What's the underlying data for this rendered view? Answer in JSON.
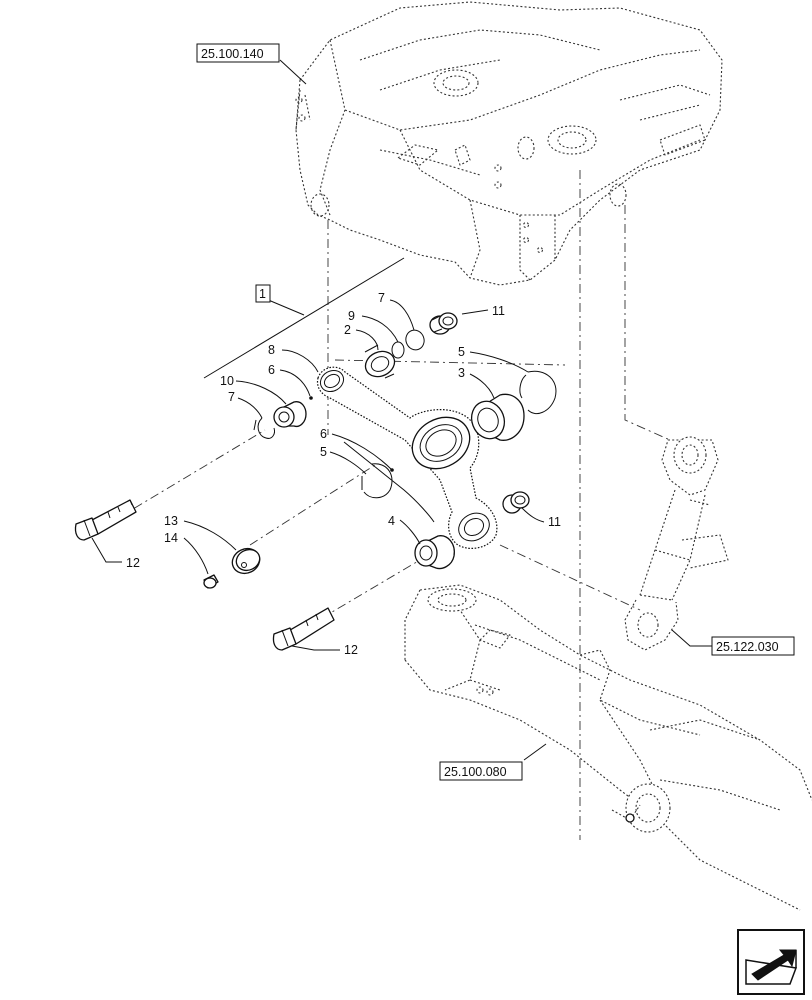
{
  "references": {
    "frame_top": "25.100.140",
    "cylinder": "25.122.030",
    "axle": "25.100.080"
  },
  "assembly_label": "1",
  "callouts": {
    "c2": "2",
    "c3": "3",
    "c4": "4",
    "c5a": "5",
    "c5b": "5",
    "c6a": "6",
    "c6b": "6",
    "c7a": "7",
    "c7b": "7",
    "c8": "8",
    "c9": "9",
    "c10": "10",
    "c11a": "11",
    "c11b": "11",
    "c12a": "12",
    "c12b": "12",
    "c13": "13",
    "c14": "14"
  },
  "nav_icon": "next-page-arrow-icon"
}
